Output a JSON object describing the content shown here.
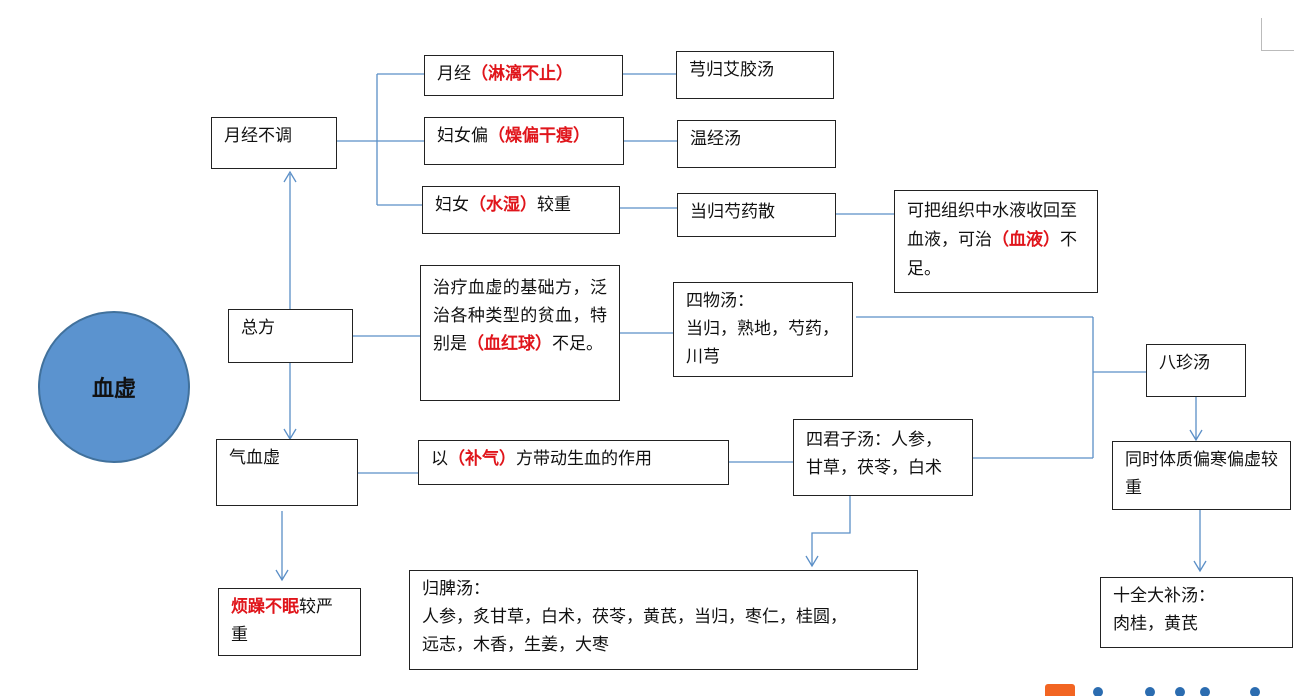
{
  "center": {
    "label": "血虚"
  },
  "nodes": {
    "irregular": {
      "text": "月经不调"
    },
    "menses": {
      "pre": "月经",
      "red": "（淋漓不止）",
      "post": ""
    },
    "dry": {
      "pre": "妇女偏",
      "red": "（燥偏干瘦）",
      "post": ""
    },
    "damp": {
      "pre": "妇女",
      "red": "（水湿）",
      "post": "较重"
    },
    "xiongui": {
      "text": "芎归艾胶汤"
    },
    "wenjing": {
      "text": "温经汤"
    },
    "danggui_shaoyao": {
      "text": "当归芍药散"
    },
    "note_fluid": {
      "pre": "可把组织中水液收回至血液，可治",
      "red": "（血液）",
      "post": "不足。"
    },
    "general": {
      "text": "总方"
    },
    "basic_desc": {
      "pre": "治疗血虚的基础方，泛治各种类型的贫血，特别是",
      "red": "（血红球）",
      "post": "不足。"
    },
    "siwu": {
      "line1": "四物汤：",
      "line2": "当归，熟地，芍药，",
      "line3": "川芎"
    },
    "bazhen": {
      "text": "八珍汤"
    },
    "cold": {
      "text": "同时体质偏寒偏虚较重"
    },
    "shiquan": {
      "line1": "十全大补汤：",
      "line2": "肉桂，黄芪"
    },
    "qixue": {
      "text": "气血虚"
    },
    "buqi": {
      "pre": "以",
      "red": "（补气）",
      "post": "方带动生血的作用"
    },
    "sijunzi": {
      "line1": "四君子汤：人参，",
      "line2": "甘草，茯苓，白术"
    },
    "guipi": {
      "line1": "归脾汤：",
      "line2": "人参，炙甘草，白术，茯苓，黄芪，当归，枣仁，桂圆，",
      "line3": "远志，木香，生姜，大枣"
    },
    "insomnia": {
      "red": "烦躁不眠",
      "post": "较严重"
    }
  },
  "colors": {
    "line": "#5b8fc7",
    "circle": "#5b93cf",
    "emphasis": "#e0151b"
  }
}
